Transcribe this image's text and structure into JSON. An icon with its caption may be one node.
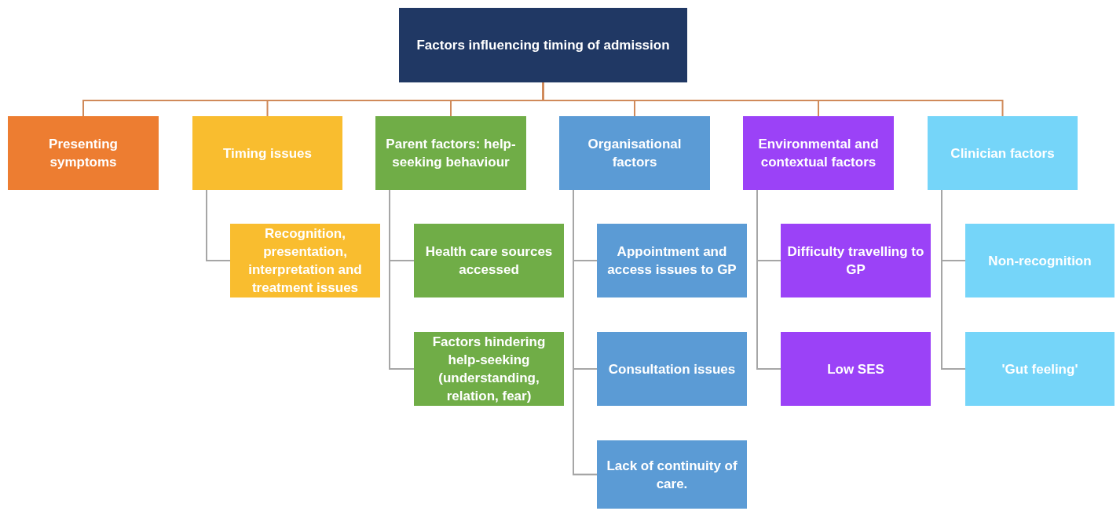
{
  "diagram": {
    "nodes": [
      {
        "text": [
          "Factors influencing timing of admission"
        ]
      },
      {
        "text": [
          "Presenting symptoms"
        ]
      },
      {
        "text": [
          "Timing issues"
        ]
      },
      {
        "text": [
          "Parent factors: help-seeking behaviour"
        ]
      },
      {
        "text": [
          "Organisational factors"
        ]
      },
      {
        "text": [
          "Environmental and contextual factors"
        ]
      },
      {
        "text": [
          "Clinician factors"
        ]
      },
      {
        "text": [
          "Recognition, presentation, interpretation and treatment issues"
        ]
      },
      {
        "text": [
          "Health care sources accessed"
        ]
      },
      {
        "text": [
          "Factors hindering help-seeking (understanding, relation, fear)"
        ]
      },
      {
        "text": [
          "Appointment and access issues to GP"
        ]
      },
      {
        "text": [
          "Consultation issues"
        ]
      },
      {
        "text": [
          "Lack of continuity of care."
        ]
      },
      {
        "text": [
          "Difficulty travelling to GP"
        ]
      },
      {
        "text": [
          "Low SES"
        ]
      },
      {
        "text": [
          "Non-recognition"
        ]
      },
      {
        "text": [
          "'Gut feeling'"
        ]
      }
    ],
    "edges": [
      {
        "from": 0,
        "to": 1,
        "arrow": "none",
        "color": "#d08a5a"
      },
      {
        "from": 0,
        "to": 2,
        "arrow": "none",
        "color": "#d08a5a"
      },
      {
        "from": 0,
        "to": 3,
        "arrow": "none",
        "color": "#d08a5a"
      },
      {
        "from": 0,
        "to": 4,
        "arrow": "none",
        "color": "#d08a5a"
      },
      {
        "from": 0,
        "to": 5,
        "arrow": "none",
        "color": "#d08a5a"
      },
      {
        "from": 0,
        "to": 6,
        "arrow": "none",
        "color": "#d08a5a"
      },
      {
        "from": 2,
        "to": 7,
        "arrow": "none"
      },
      {
        "from": 3,
        "to": 8,
        "arrow": "none"
      },
      {
        "from": 3,
        "to": 9,
        "arrow": "none"
      },
      {
        "from": 4,
        "to": 10,
        "arrow": "none"
      },
      {
        "from": 4,
        "to": 11,
        "arrow": "none"
      },
      {
        "from": 4,
        "to": 12,
        "arrow": "none"
      },
      {
        "from": 5,
        "to": 13,
        "arrow": "none"
      },
      {
        "from": 5,
        "to": 14,
        "arrow": "none"
      },
      {
        "from": 6,
        "to": 15,
        "arrow": "none"
      },
      {
        "from": 6,
        "to": 16,
        "arrow": "none"
      }
    ]
  }
}
